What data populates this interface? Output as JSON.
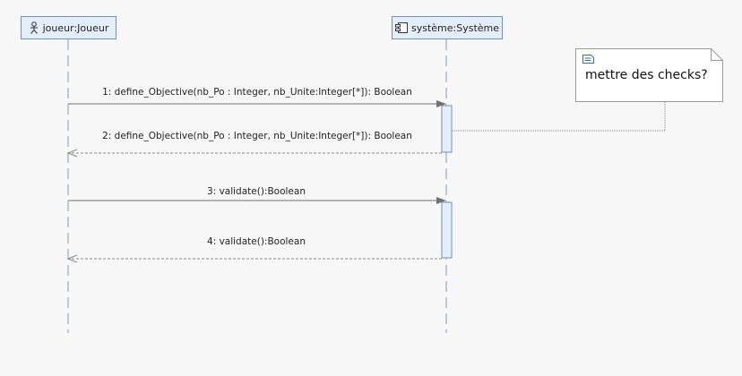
{
  "lifelines": {
    "joueur": {
      "label": "joueur:Joueur",
      "icon": "actor-icon"
    },
    "systeme": {
      "label": "système:Système",
      "icon": "component-icon"
    }
  },
  "messages": [
    {
      "label": "1: define_Objective(nb_Po : Integer, nb_Unite:Integer[*]): Boolean",
      "kind": "sync-call"
    },
    {
      "label": "2: define_Objective(nb_Po : Integer, nb_Unite:Integer[*]): Boolean",
      "kind": "reply"
    },
    {
      "label": "3: validate():Boolean",
      "kind": "sync-call"
    },
    {
      "label": "4: validate():Boolean",
      "kind": "reply"
    }
  ],
  "note": {
    "text": "mettre des checks?",
    "icon": "note-icon"
  },
  "colors": {
    "background": "#f7f7f7",
    "head_fill": "#e4eef8",
    "head_border": "#6f91b8",
    "lifeline": "#7a9cc4",
    "activation_fill": "#e4eef8",
    "call_arrow": "#707070",
    "reply_arrow": "#8a8a8a",
    "note_fill": "#ffffff",
    "note_border": "#9a9a9a"
  }
}
